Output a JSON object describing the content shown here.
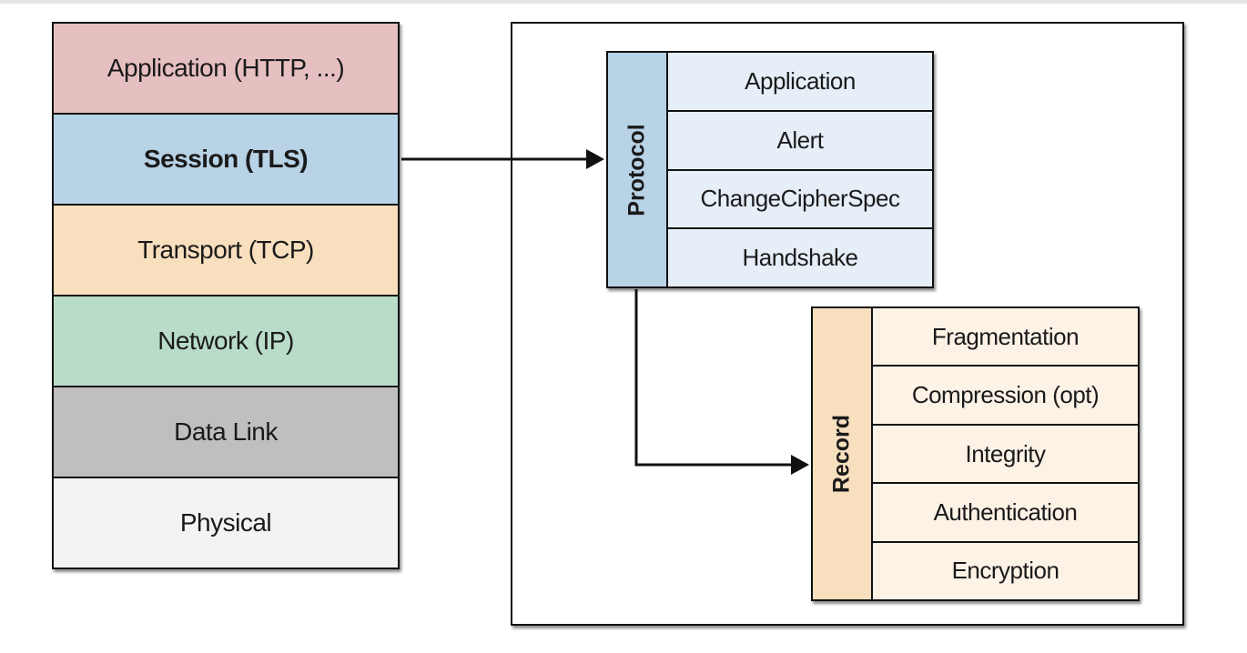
{
  "osi_stack": {
    "layers": [
      {
        "label": "Application (HTTP, ...)",
        "color": "#e6bfc1",
        "bold": false
      },
      {
        "label": "Session (TLS)",
        "color": "#b8d2e6",
        "bold": true
      },
      {
        "label": "Transport (TCP)",
        "color": "#f8dfbe",
        "bold": false
      },
      {
        "label": "Network (IP)",
        "color": "#b9dcc8",
        "bold": false
      },
      {
        "label": "Data Link",
        "color": "#bfbfbf",
        "bold": false
      },
      {
        "label": "Physical",
        "color": "#f3f3f3",
        "bold": false
      }
    ]
  },
  "protocol_group": {
    "title": "Protocol",
    "side_color": "#b8d2e6",
    "row_color": "#e6eef8",
    "items": [
      "Application",
      "Alert",
      "ChangeCipherSpec",
      "Handshake"
    ]
  },
  "record_group": {
    "title": "Record",
    "side_color": "#f8dfbe",
    "row_color": "#fdf2e6",
    "items": [
      "Fragmentation",
      "Compression (opt)",
      "Integrity",
      "Authentication",
      "Encryption"
    ]
  }
}
